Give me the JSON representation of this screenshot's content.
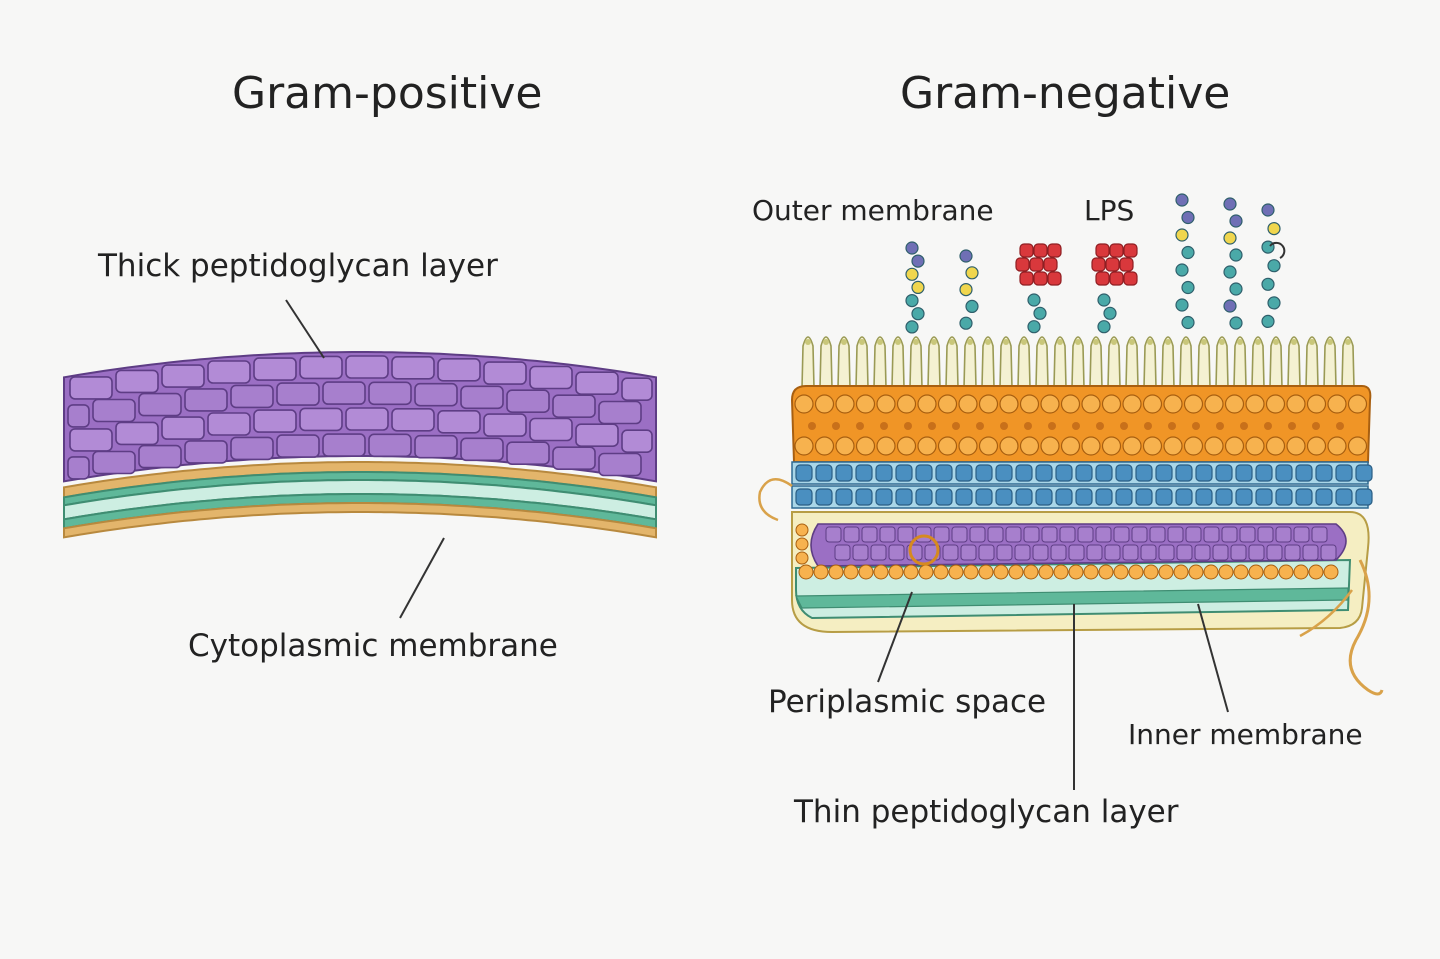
{
  "titles": {
    "gram_positive": "Gram-positive",
    "gram_negative": "Gram-negative"
  },
  "labels": {
    "thick_peptidoglycan": "Thick peptidoglycan layer",
    "cytoplasmic_membrane": "Cytoplasmic membrane",
    "outer_membrane": "Outer membrane",
    "lps": "LPS",
    "periplasmic_space": "Periplasmic space",
    "inner_membrane": "Inner membrane",
    "thin_peptidoglycan": "Thin peptidoglycan layer"
  },
  "colors": {
    "peptidoglycan": "#9b6fc4",
    "peptidoglycan_stroke": "#5e3d85",
    "membrane_green": "#5fb89a",
    "membrane_light": "#cdeee2",
    "membrane_tan": "#e3b56b",
    "outer_orange": "#f09526",
    "outer_orange_light": "#f7b24e",
    "protein_blue": "#4a8fc0",
    "protein_blue_light": "#a9d6e8",
    "lps_red": "#d9383c",
    "sugar_teal": "#4aa9a8",
    "sugar_yellow": "#f0d64e",
    "sugar_purple": "#6f6fb5",
    "lipid_cream": "#f4f1d2"
  }
}
